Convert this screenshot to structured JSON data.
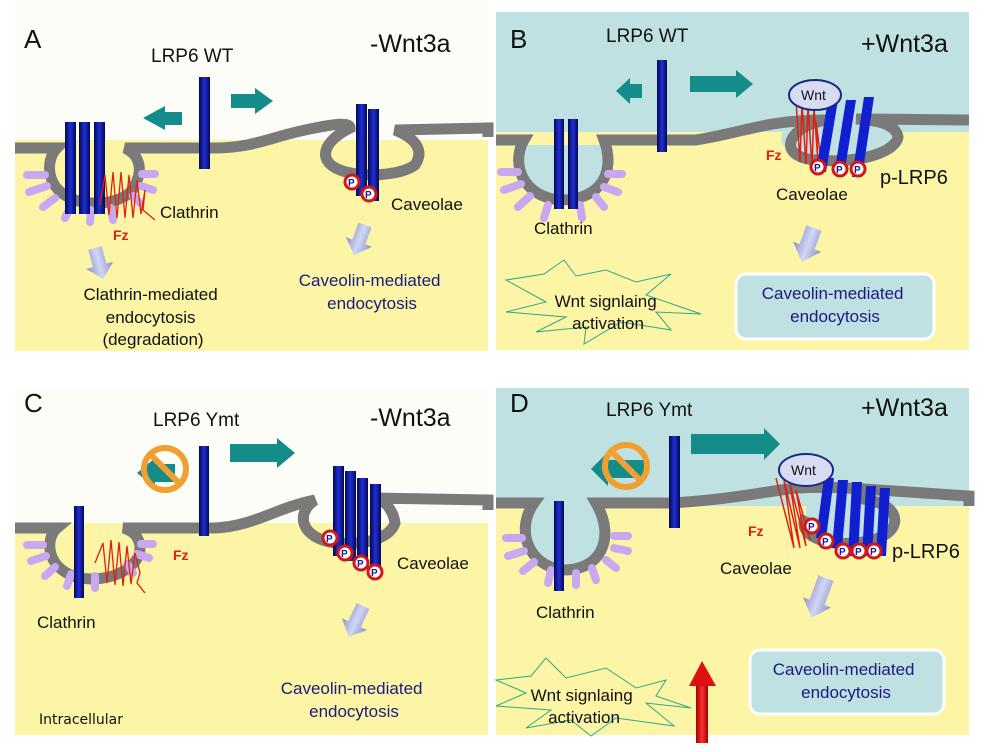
{
  "colors": {
    "cytoplasm": "#FCF5A5",
    "extracellular_plain": "#FDFDF7",
    "extracellular_wnt": "#BFE1E2",
    "membrane": "#7A7A7A",
    "receptor": "#0A0F8C",
    "arrow_teal": "#138C8A",
    "clathrin_coat": "#C8A8F0",
    "fz": "#E02010",
    "endocytosis_arrow": "#A9AEDD",
    "inhibit_sign": "#F0A030",
    "activation_arrow": "#D01010",
    "starburst": "#2EA88A",
    "caveolin_box": "#BFE1E2"
  },
  "panels": [
    {
      "id": "A",
      "letter": "A",
      "construct": "LRP6 WT",
      "condition": "-Wnt3a",
      "wnt_present": false,
      "clathrin_label": "Clathrin",
      "caveolae_label": "Caveolae",
      "fz_label": "Fz",
      "phospho_label": "P",
      "clathrin_receptors": 3,
      "caveolae_receptors": 2,
      "left_arrow_blocked": false,
      "clathrin_outcome": [
        "Clathrin-mediated",
        "endocytosis",
        "(degradation)"
      ],
      "caveolin_outcome": [
        "Caveolin-mediated",
        "endocytosis"
      ]
    },
    {
      "id": "B",
      "letter": "B",
      "construct": "LRP6 WT",
      "condition": "+Wnt3a",
      "wnt_present": true,
      "wnt_label": "Wnt",
      "clathrin_label": "Clathrin",
      "caveolae_label": "Caveolae",
      "fz_label": "Fz",
      "phospho_label": "P",
      "plrp6_label": "p-LRP6",
      "clathrin_receptors": 2,
      "caveolae_receptors": 3,
      "left_arrow_blocked": false,
      "caveolin_outcome": [
        "Caveolin-mediated",
        "endocytosis"
      ],
      "signaling": [
        "Wnt signlaing",
        "activation"
      ]
    },
    {
      "id": "C",
      "letter": "C",
      "construct": "LRP6 Ymt",
      "condition": "-Wnt3a",
      "wnt_present": false,
      "clathrin_label": "Clathrin",
      "caveolae_label": "Caveolae",
      "fz_label": "Fz",
      "phospho_label": "P",
      "clathrin_receptors": 1,
      "caveolae_receptors": 4,
      "left_arrow_blocked": true,
      "caveolin_outcome": [
        "Caveolin-mediated",
        "endocytosis"
      ],
      "region_label": "Intracellular"
    },
    {
      "id": "D",
      "letter": "D",
      "construct": "LRP6 Ymt",
      "condition": "+Wnt3a",
      "wnt_present": true,
      "wnt_label": "Wnt",
      "clathrin_label": "Clathrin",
      "caveolae_label": "Caveolae",
      "fz_label": "Fz",
      "phospho_label": "P",
      "plrp6_label": "p-LRP6",
      "clathrin_receptors": 1,
      "caveolae_receptors": 5,
      "left_arrow_blocked": true,
      "caveolin_outcome": [
        "Caveolin-mediated",
        "endocytosis"
      ],
      "signaling": [
        "Wnt signlaing",
        "activation"
      ],
      "signaling_increased": true
    }
  ]
}
